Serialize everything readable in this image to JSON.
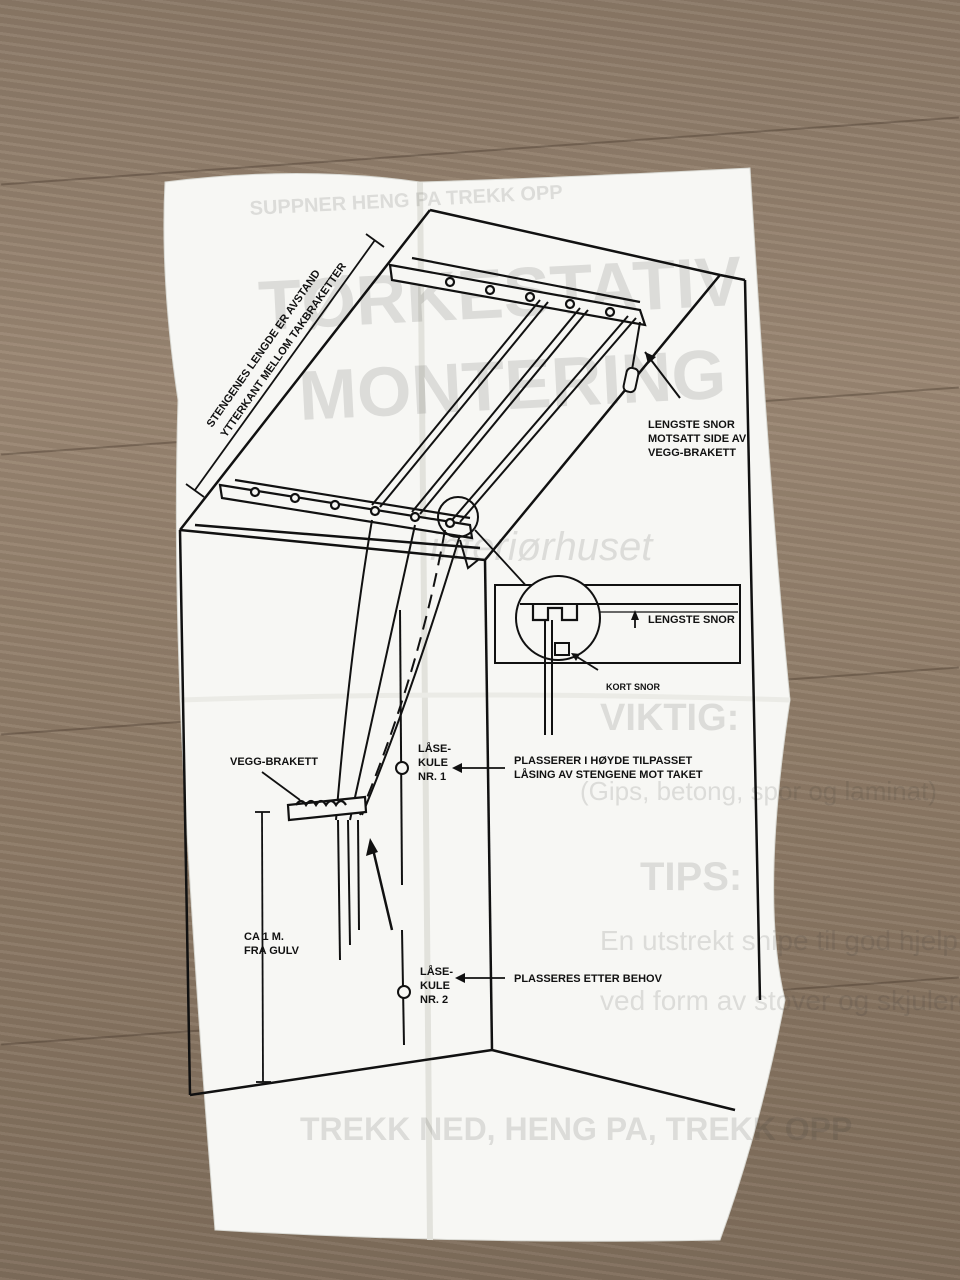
{
  "labels": {
    "rod_length": [
      "STENGENES LENGDE ER AVSTAND",
      "YTTERKANT MELLOM TAKBRAKETTER"
    ],
    "longest_cord_far": [
      "LENGSTE SNOR",
      "MOTSATT SIDE AV",
      "VEGG-BRAKETT"
    ],
    "longest_cord": "LENGSTE SNOR",
    "short_cord": "KORT SNOR",
    "wall_bracket": "VEGG-BRAKETT",
    "lock_ball_1": [
      "LÅSE-",
      "KULE",
      "NR. 1"
    ],
    "lock_ball_2": [
      "LÅSE-",
      "KULE",
      "NR. 2"
    ],
    "place_height": [
      "PLASSERER I HØYDE TILPASSET",
      "LÅSING AV STENGENE MOT TAKET"
    ],
    "place_as_needed": "PLASSERES ETTER BEHOV",
    "floor_distance": [
      "CA 1 M.",
      "FRA GULV"
    ]
  },
  "colors": {
    "paper": "#f7f7f4",
    "ink": "#111111",
    "floor": "#8e7b68"
  }
}
